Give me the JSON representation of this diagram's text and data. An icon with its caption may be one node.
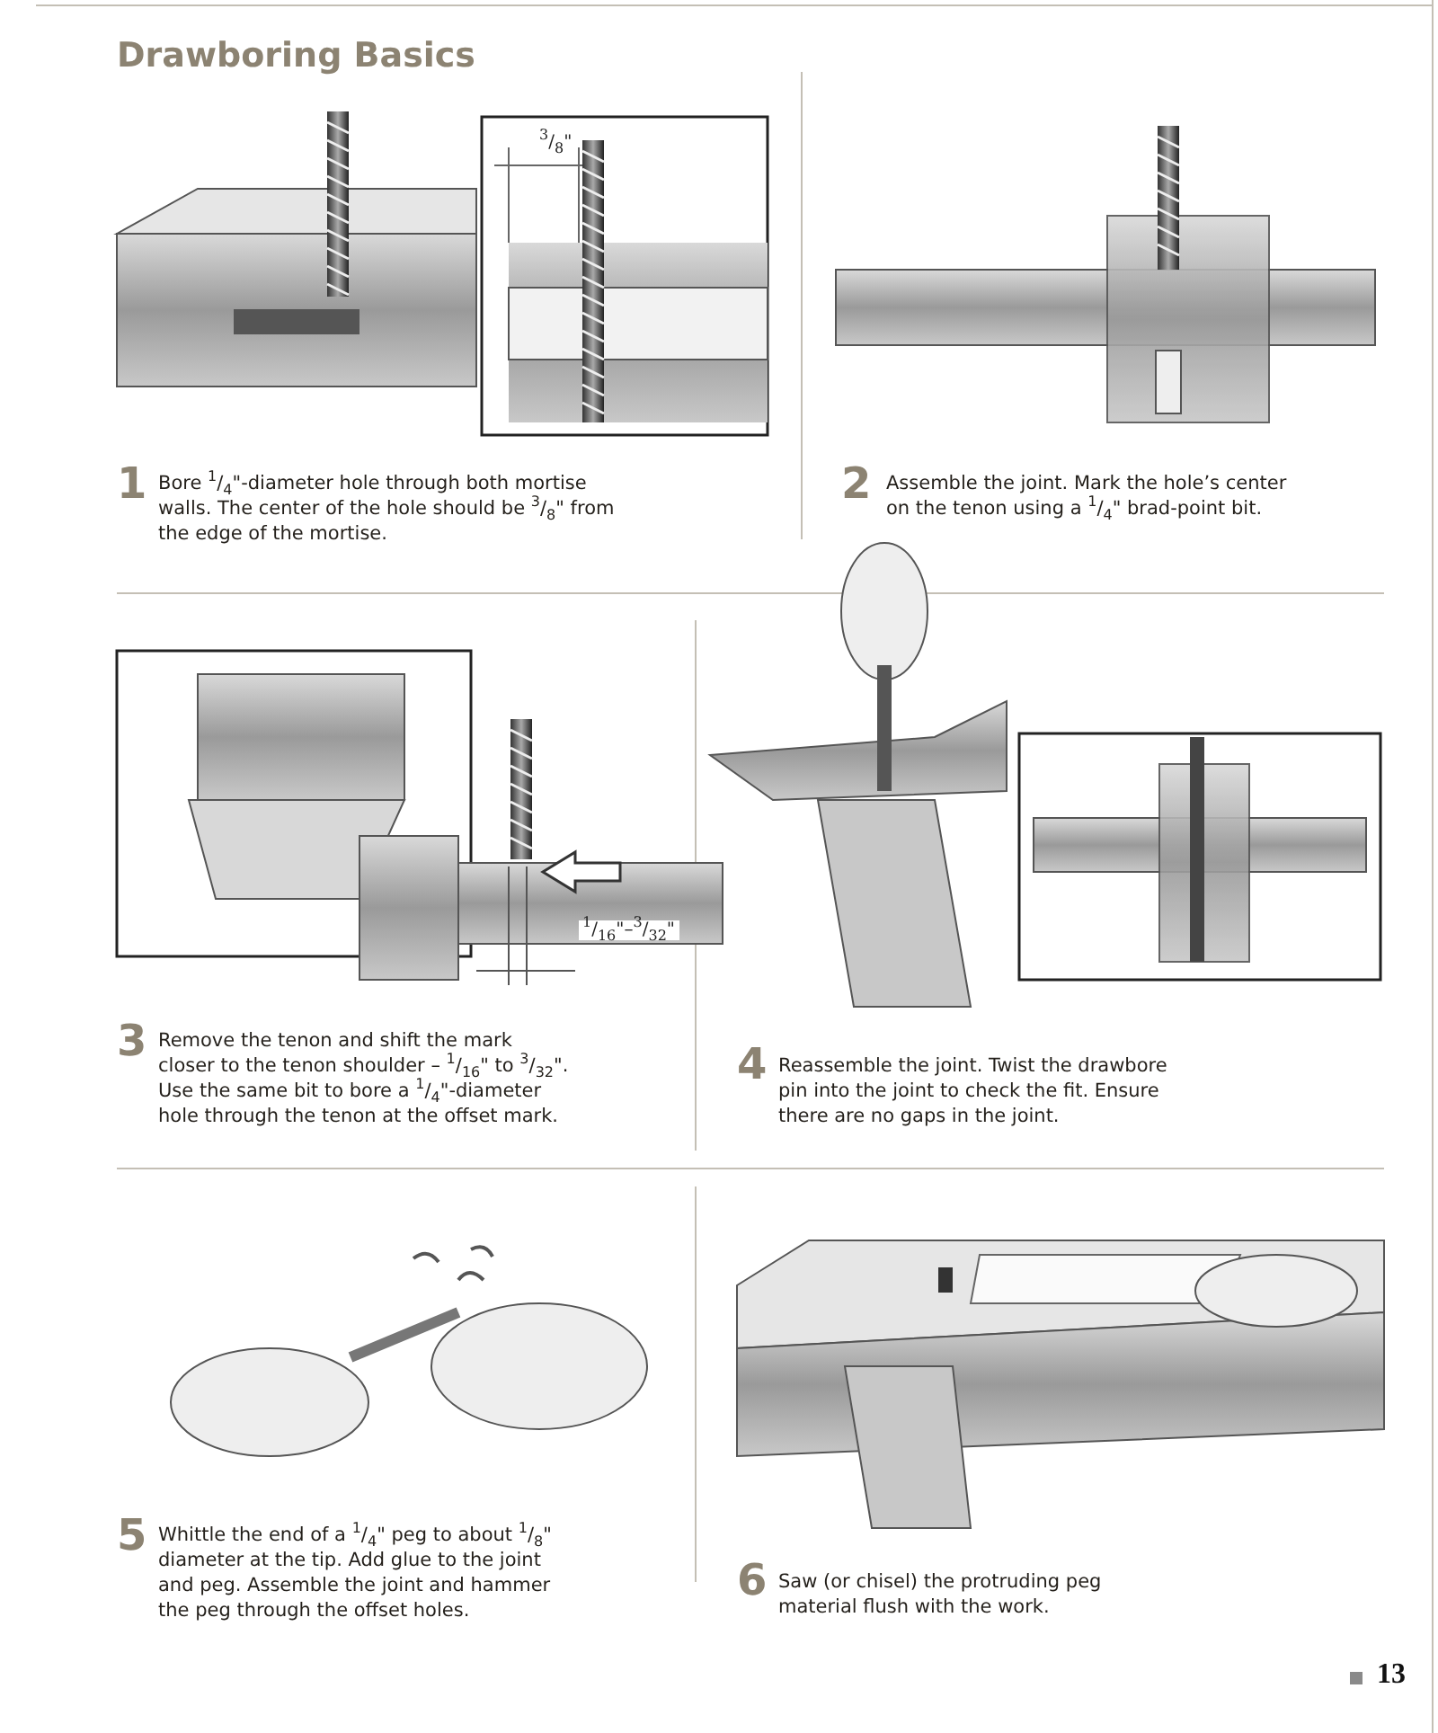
{
  "diagram": {
    "title": "Drawboring Basics",
    "labels": [
      "$^{3}$/$_{8}$\"",
      "1",
      "Bore $^{1}$/$_{4}$\"-diameter hole through both mortise walls. The center of the hole should be $^{3}$/$_{8}$\" from the edge of the mortise.",
      "2",
      "Assemble the joint. Mark the hole’s center on the tenon using a $^{1}$/$_{4}$\" brad-point bit.",
      "$^{1}$/$_{16}$\"–$^{3}$/$_{32}$\"",
      "3",
      "Remove the tenon and shift the mark closer to the tenon shoulder – $^{1}$/$_{16}$\" to $^{3}$/$_{32}$\". Use the same bit to bore a $^{1}$/$_{4}$\"-diameter hole through the tenon at the offset mark.",
      "4",
      "Reassemble the joint. Twist the drawbore pin into the joint to check the fit. Ensure there are no gaps in the joint.",
      "5",
      "Whittle the end of a $^{1}$/$_{4}$\" peg to about $^{1}$/$_{8}$\" diameter at the tip. Add glue to the joint and peg. Assemble the joint and hammer the peg through the offset holes.",
      "6",
      "Saw (or chisel) the protruding peg material flush with the work.",
      "13"
    ]
  }
}
